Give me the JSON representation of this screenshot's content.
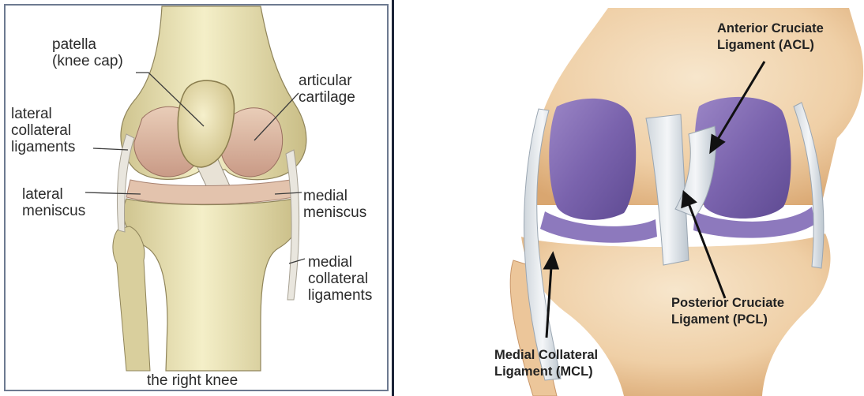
{
  "left": {
    "labels": {
      "patella": "patella\n(knee cap)",
      "articular_cartilage": "articular\ncartilage",
      "lateral_collateral": "lateral\ncollateral\nligaments",
      "lateral_meniscus": "lateral\nmeniscus",
      "medial_meniscus": "medial\nmeniscus",
      "medial_collateral": "medial\ncollateral\nligaments",
      "caption": "the right knee"
    }
  },
  "right": {
    "labels": {
      "acl": "Anterior Cruciate\nLigament (ACL)",
      "pcl": "Posterior Cruciate\nLigament (PCL)",
      "mcl": "Medial Collateral\nLigament (MCL)"
    }
  }
}
